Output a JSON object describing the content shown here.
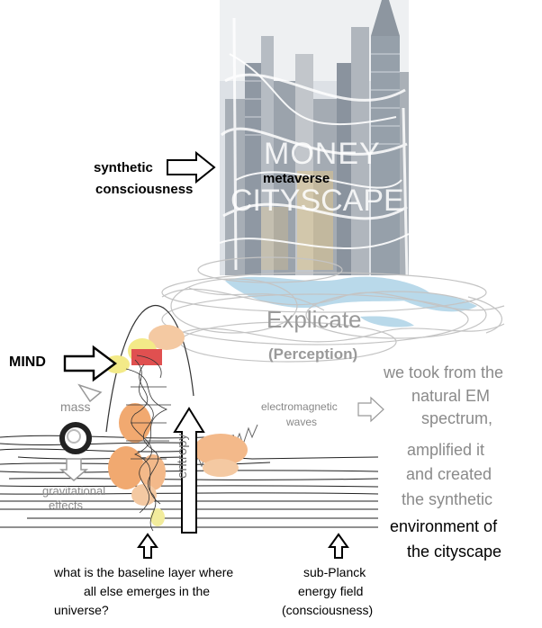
{
  "labels": {
    "synthetic": "synthetic",
    "consciousness": "consciousness",
    "metaverse": "metaverse",
    "money": "MONEY",
    "cityscape": "CITYSCAPE",
    "explicate": "Explicate",
    "perception": "(Perception)",
    "mind": "MIND",
    "mass": "mass",
    "gravitational": "gravitational",
    "effects": "effects",
    "entropy": "entropy",
    "electromagnetic": "electromagnetic",
    "waves": "waves",
    "em_line1": "we took from the",
    "em_line2": "natural EM",
    "em_line3": "spectrum,",
    "em_line4": "amplified it",
    "em_line5": "and created",
    "em_line6": "the synthetic",
    "em_line7": "environment of",
    "em_line8": "the cityscape",
    "baseline_line1": "what is the baseline layer  where",
    "baseline_line2": "all else emerges in the",
    "baseline_line3": "universe?",
    "planck_line1": "sub-Planck",
    "planck_line2": "energy field",
    "planck_line3": "(consciousness)"
  },
  "colors": {
    "city_sky": "#d9dde2",
    "city_building": "#9aa3ad",
    "city_window": "#e2c07a",
    "water": "#b9d9ea",
    "scribble": "#c4c4c4",
    "mind_red": "#e05050",
    "mind_yellow": "#f1e57a",
    "orange_blob": "#f0b080",
    "text_grey": "#8a8a8a"
  }
}
